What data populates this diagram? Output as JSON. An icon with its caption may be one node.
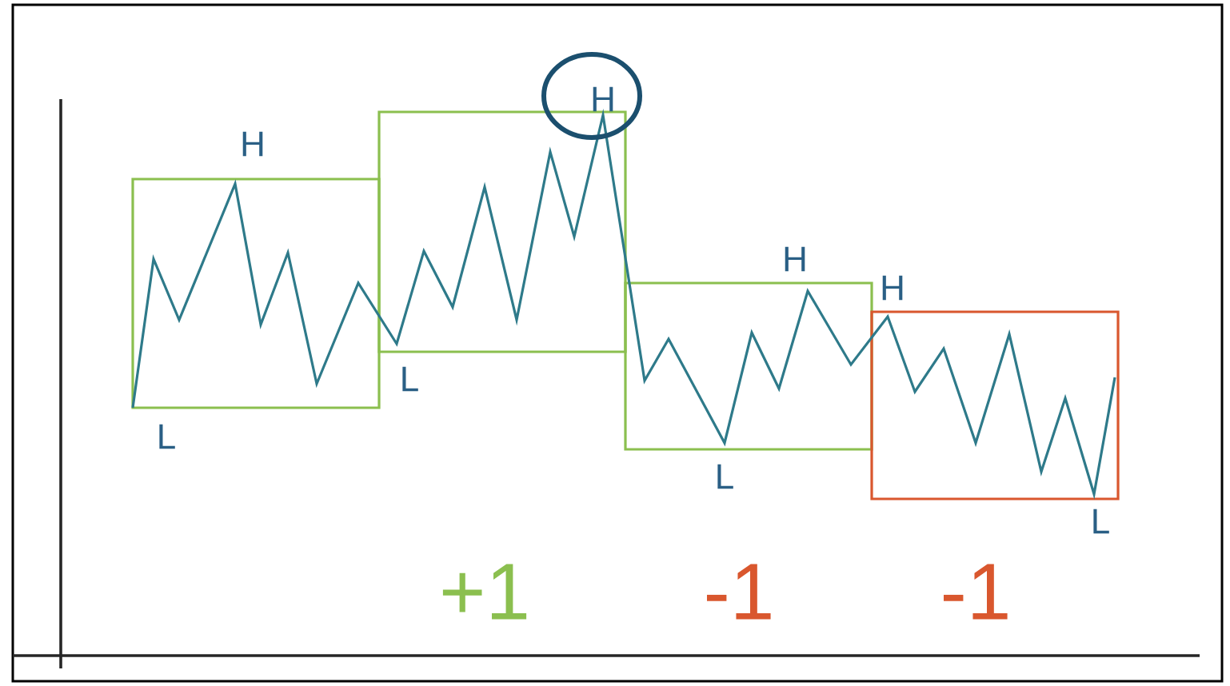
{
  "diagram": {
    "labels": [
      "H",
      "H",
      "H",
      "H",
      "L",
      "L",
      "L",
      "L",
      "+1",
      "-1",
      "-1"
    ]
  }
}
